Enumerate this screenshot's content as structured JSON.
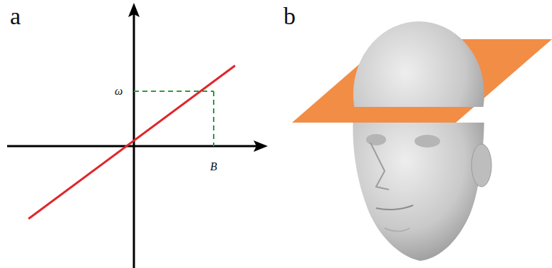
{
  "diagram": {
    "labels": [
      "a",
      "b",
      "ω",
      "B"
    ]
  }
}
